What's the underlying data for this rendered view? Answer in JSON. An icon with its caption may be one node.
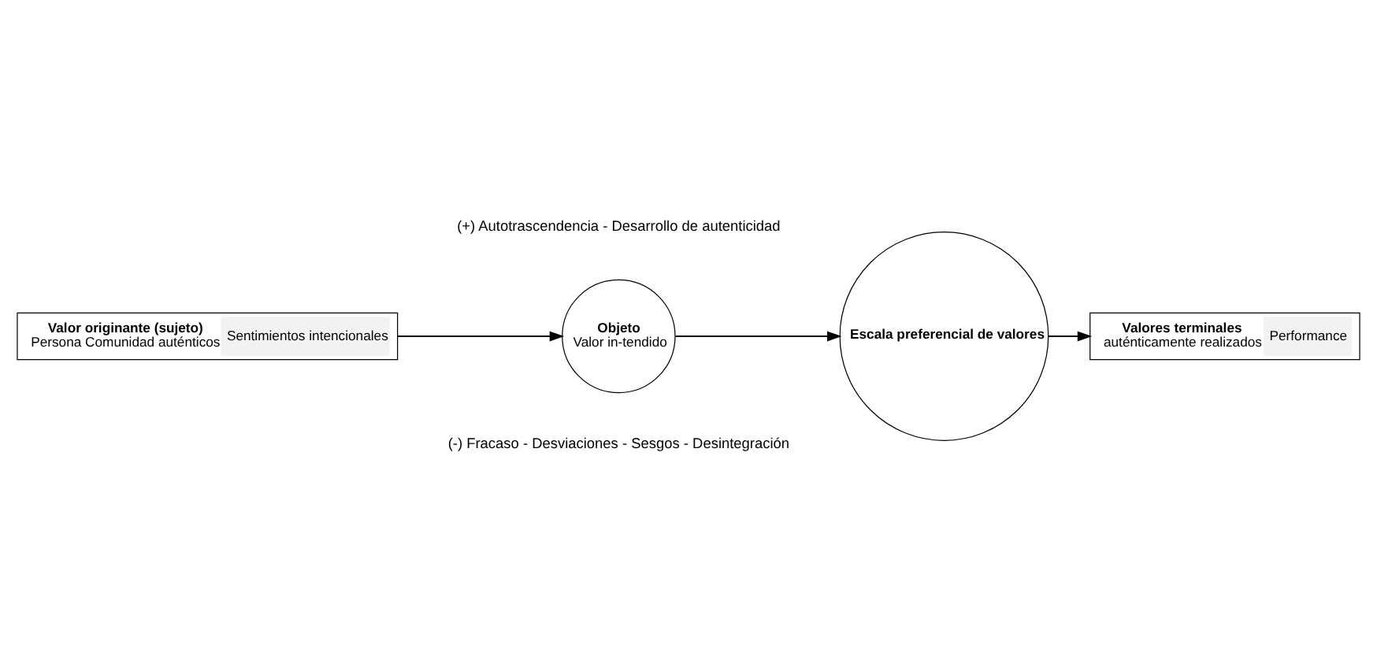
{
  "diagram": {
    "nodes": [
      {
        "text": [
          "Valor originante (sujeto)",
          "Persona Comunidad auténticos",
          "Sentimientos intencionales"
        ]
      },
      {
        "text": [
          "Objeto",
          "Valor in-tendido"
        ]
      },
      {
        "text": [
          "Escala preferencial de valores"
        ]
      },
      {
        "text": [
          "Valores terminales",
          "auténticamente realizados",
          "Performance"
        ]
      }
    ],
    "edges": [
      {
        "from": 0,
        "to": 1,
        "arrow": "to"
      },
      {
        "from": 1,
        "to": 2,
        "arrow": "to"
      },
      {
        "from": 2,
        "to": 3,
        "arrow": "to"
      }
    ],
    "labels": [
      "(+) Autotrascendencia - Desarrollo de autenticidad",
      "(-) Fracaso - Desviaciones - Sesgos - Desintegración"
    ]
  }
}
